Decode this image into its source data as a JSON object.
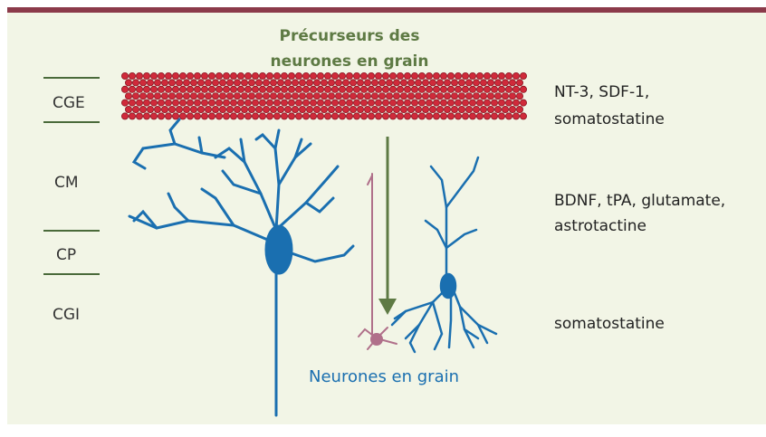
{
  "title_line1": "Précurseurs des",
  "title_line2": "neurones en grain",
  "layers": {
    "cge": "CGE",
    "cm": "CM",
    "cp": "CP",
    "cgi": "CGI"
  },
  "factors": {
    "top_line1": "NT-3, SDF-1,",
    "top_line2": "somatostatine",
    "mid_line1": "BDNF, tPA, glutamate,",
    "mid_line2": "astrotactine",
    "bottom": "somatostatine"
  },
  "caption": "Neurones en grain",
  "colors": {
    "frame_top": "#8b3a4a",
    "background": "#f2f5e6",
    "precursor_cells": "#d02a3a",
    "neuron": "#1a6fb0",
    "granule": "#b0708a",
    "arrow": "#5e7a44",
    "title": "#5e7a44"
  }
}
